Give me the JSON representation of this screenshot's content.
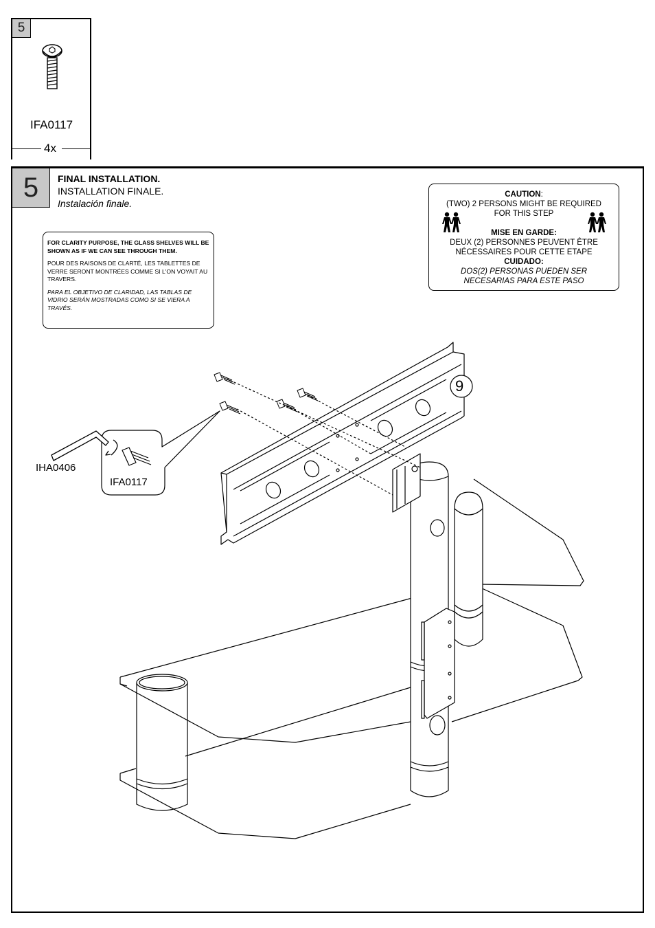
{
  "parts_panel": {
    "step_number": "5",
    "part_code": "IFA0117",
    "quantity": "4x"
  },
  "step": {
    "number": "5",
    "title_en": "FINAL INSTALLATION.",
    "title_fr": "INSTALLATION FINALE.",
    "title_es": "Instalación finale."
  },
  "note": {
    "en": "FOR CLARITY PURPOSE, THE GLASS SHELVES WILL BE SHOWN AS IF WE CAN SEE THROUGH THEM.",
    "fr": "POUR DES RAISONS DE CLARTÉ, LES TABLETTES DE VERRE SERONT MONTRÉES COMME SI L'ON VOYAIT AU TRAVERS.",
    "es": "PARA EL OBJETIVO DE CLARIDAD, LAS TABLAS DE VIDRIO SERÁN MOSTRADAS COMO SI SE VIERA A TRAVÉS."
  },
  "caution": {
    "heading_en": "CAUTION",
    "colon": ":",
    "text_en_1": "(TWO) 2 PERSONS MIGHT BE REQUIRED",
    "text_en_2": "FOR THIS STEP",
    "heading_fr": "MISE EN GARDE:",
    "text_fr_1": "DEUX (2) PERSONNES PEUVENT ÊTRE",
    "text_fr_2": "NÉCESSAIRES POUR CETTE ETAPE",
    "heading_es": "CUIDADO:",
    "text_es_1": "DOS(2) PERSONAS PUEDEN SER",
    "text_es_2": "NECESARIAS PARA ESTE PASO"
  },
  "diagram": {
    "tool_code": "IHA0406",
    "screw_code": "IFA0117",
    "bracket_number": "9"
  },
  "icons": [
    "screw-icon",
    "two-persons-icon",
    "allen-key-icon"
  ]
}
